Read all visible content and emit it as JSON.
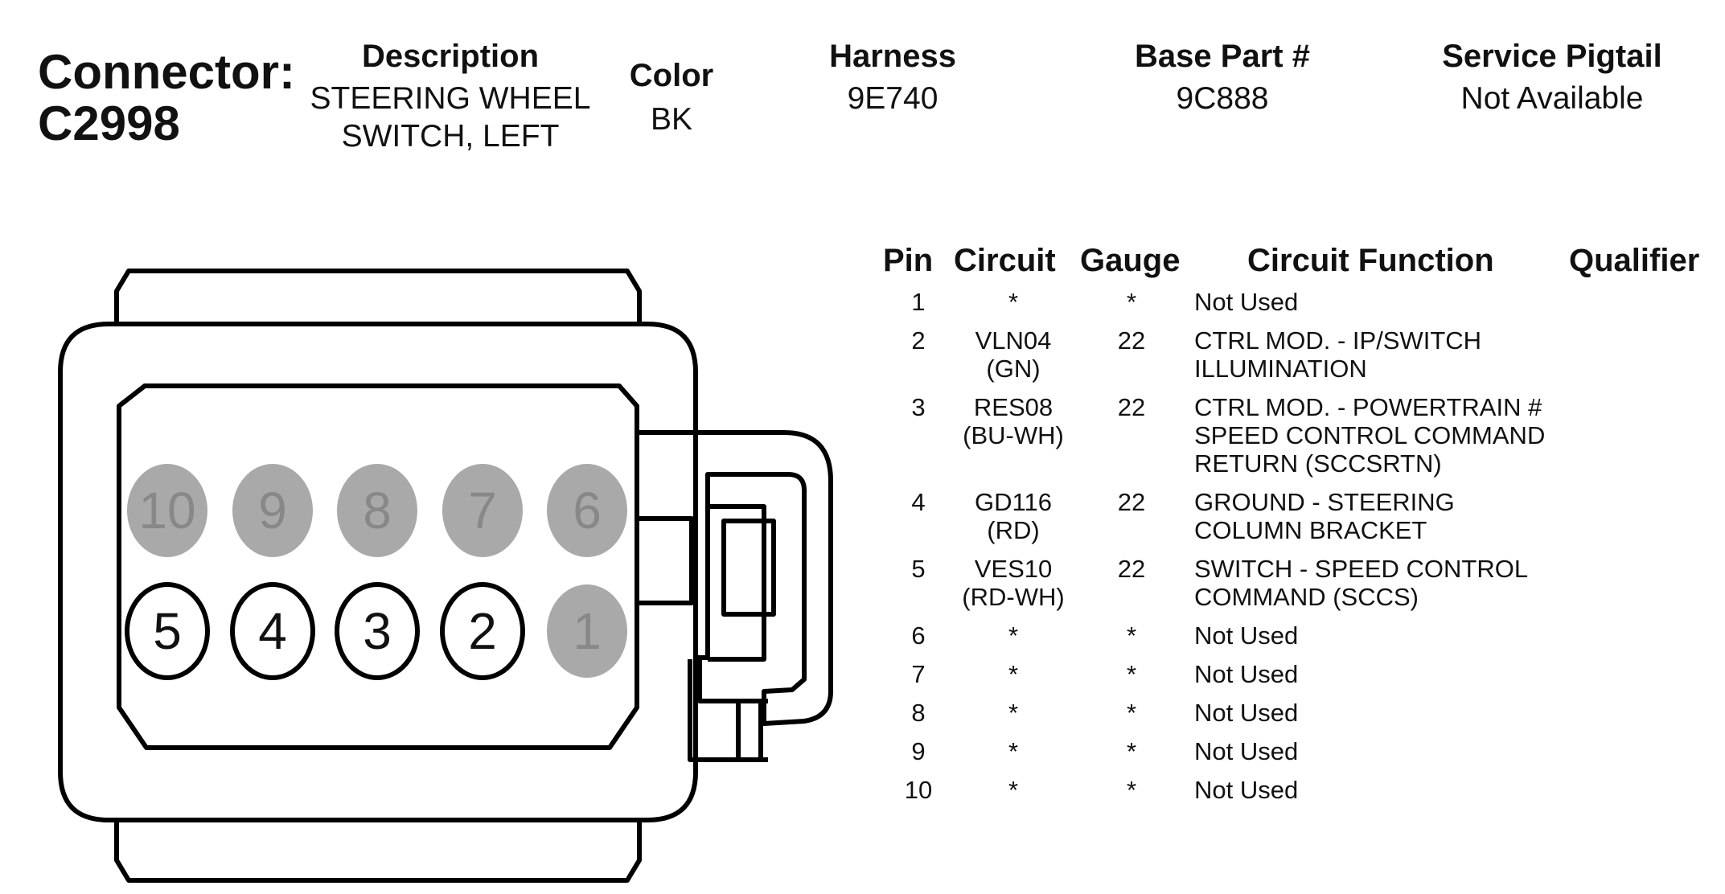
{
  "connector": {
    "label": "Connector:",
    "id": "C2998"
  },
  "header": {
    "description_label": "Description",
    "description_lines": [
      "STEERING WHEEL",
      "SWITCH, LEFT"
    ],
    "color_label": "Color",
    "color_value": "BK",
    "harness_label": "Harness",
    "harness_value": "9E740",
    "base_part_label": "Base Part #",
    "base_part_value": "9C888",
    "pigtail_label": "Service Pigtail",
    "pigtail_value": "Not Available"
  },
  "diagram": {
    "pins_top": [
      {
        "num": "10",
        "used": false
      },
      {
        "num": "9",
        "used": false
      },
      {
        "num": "8",
        "used": false
      },
      {
        "num": "7",
        "used": false
      },
      {
        "num": "6",
        "used": false
      }
    ],
    "pins_bottom": [
      {
        "num": "5",
        "used": true
      },
      {
        "num": "4",
        "used": true
      },
      {
        "num": "3",
        "used": true
      },
      {
        "num": "2",
        "used": true
      },
      {
        "num": "1",
        "used": false
      }
    ],
    "colors": {
      "unused_fill": "#a9a9a9",
      "unused_text": "#888888",
      "outline": "#000000"
    }
  },
  "table": {
    "headers": [
      "Pin",
      "Circuit",
      "Gauge",
      "Circuit Function",
      "Qualifier"
    ],
    "rows": [
      {
        "pin": "1",
        "circuit": [
          "*"
        ],
        "gauge": "*",
        "function": [
          "Not Used"
        ]
      },
      {
        "pin": "2",
        "circuit": [
          "VLN04",
          "(GN)"
        ],
        "gauge": "22",
        "function": [
          "CTRL MOD. - IP/SWITCH",
          "ILLUMINATION"
        ]
      },
      {
        "pin": "3",
        "circuit": [
          "RES08",
          "(BU-WH)"
        ],
        "gauge": "22",
        "function": [
          "CTRL MOD. - POWERTRAIN #",
          "SPEED CONTROL COMMAND",
          "RETURN (SCCSRTN)"
        ]
      },
      {
        "pin": "4",
        "circuit": [
          "GD116",
          "(RD)"
        ],
        "gauge": "22",
        "function": [
          "GROUND - STEERING",
          "COLUMN BRACKET"
        ]
      },
      {
        "pin": "5",
        "circuit": [
          "VES10",
          "(RD-WH)"
        ],
        "gauge": "22",
        "function": [
          "SWITCH - SPEED CONTROL",
          "COMMAND (SCCS)"
        ]
      },
      {
        "pin": "6",
        "circuit": [
          "*"
        ],
        "gauge": "*",
        "function": [
          "Not Used"
        ]
      },
      {
        "pin": "7",
        "circuit": [
          "*"
        ],
        "gauge": "*",
        "function": [
          "Not Used"
        ]
      },
      {
        "pin": "8",
        "circuit": [
          "*"
        ],
        "gauge": "*",
        "function": [
          "Not Used"
        ]
      },
      {
        "pin": "9",
        "circuit": [
          "*"
        ],
        "gauge": "*",
        "function": [
          "Not Used"
        ]
      },
      {
        "pin": "10",
        "circuit": [
          "*"
        ],
        "gauge": "*",
        "function": [
          "Not Used"
        ]
      }
    ]
  }
}
